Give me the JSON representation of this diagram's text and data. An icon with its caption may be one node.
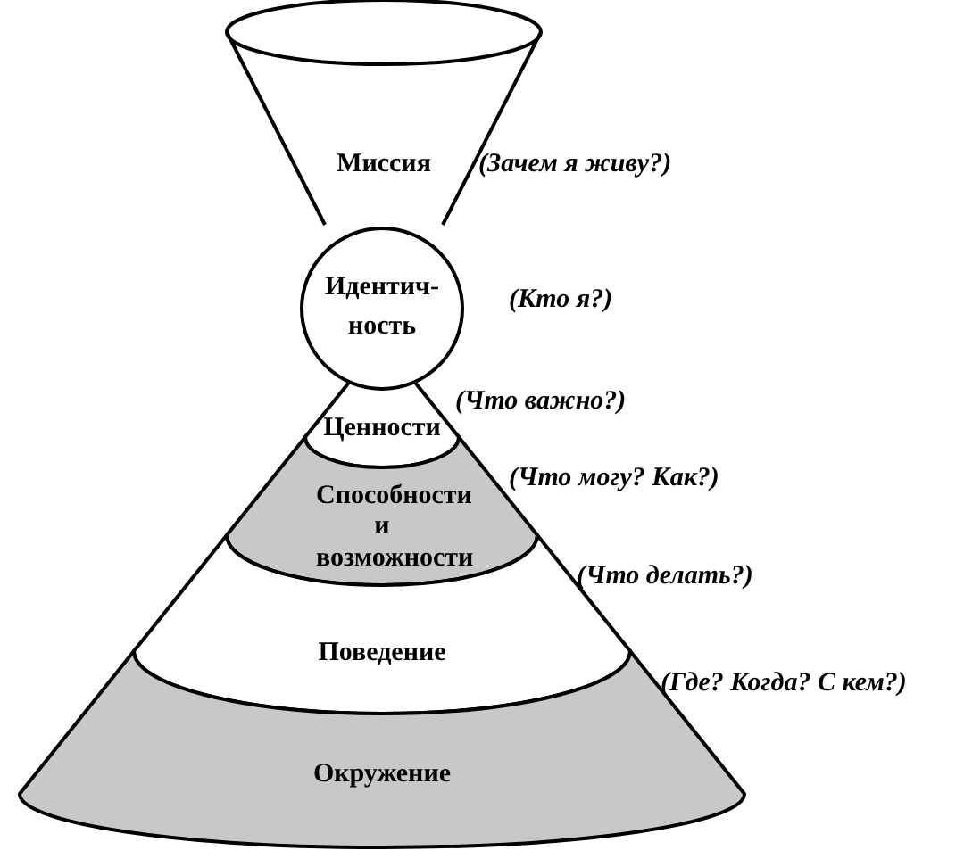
{
  "diagram": {
    "nodes": [
      {
        "text": [
          "Миссия"
        ],
        "beside": [
          "(Зачем я живу?)"
        ]
      },
      {
        "text": [
          "Идентич-ность"
        ],
        "beside": [
          "(Кто я?)"
        ]
      },
      {
        "text": [
          "Ценности"
        ],
        "beside": [
          "(Что важно?)"
        ]
      },
      {
        "text": [
          "Способности и возможности"
        ],
        "beside": [
          "(Что могу? Как?)"
        ]
      },
      {
        "text": [
          "Поведение"
        ],
        "beside": [
          "(Что делать?)"
        ]
      },
      {
        "text": [
          "Окружение"
        ],
        "beside": [
          "(Где? Когда? С кем?)"
        ]
      }
    ]
  }
}
